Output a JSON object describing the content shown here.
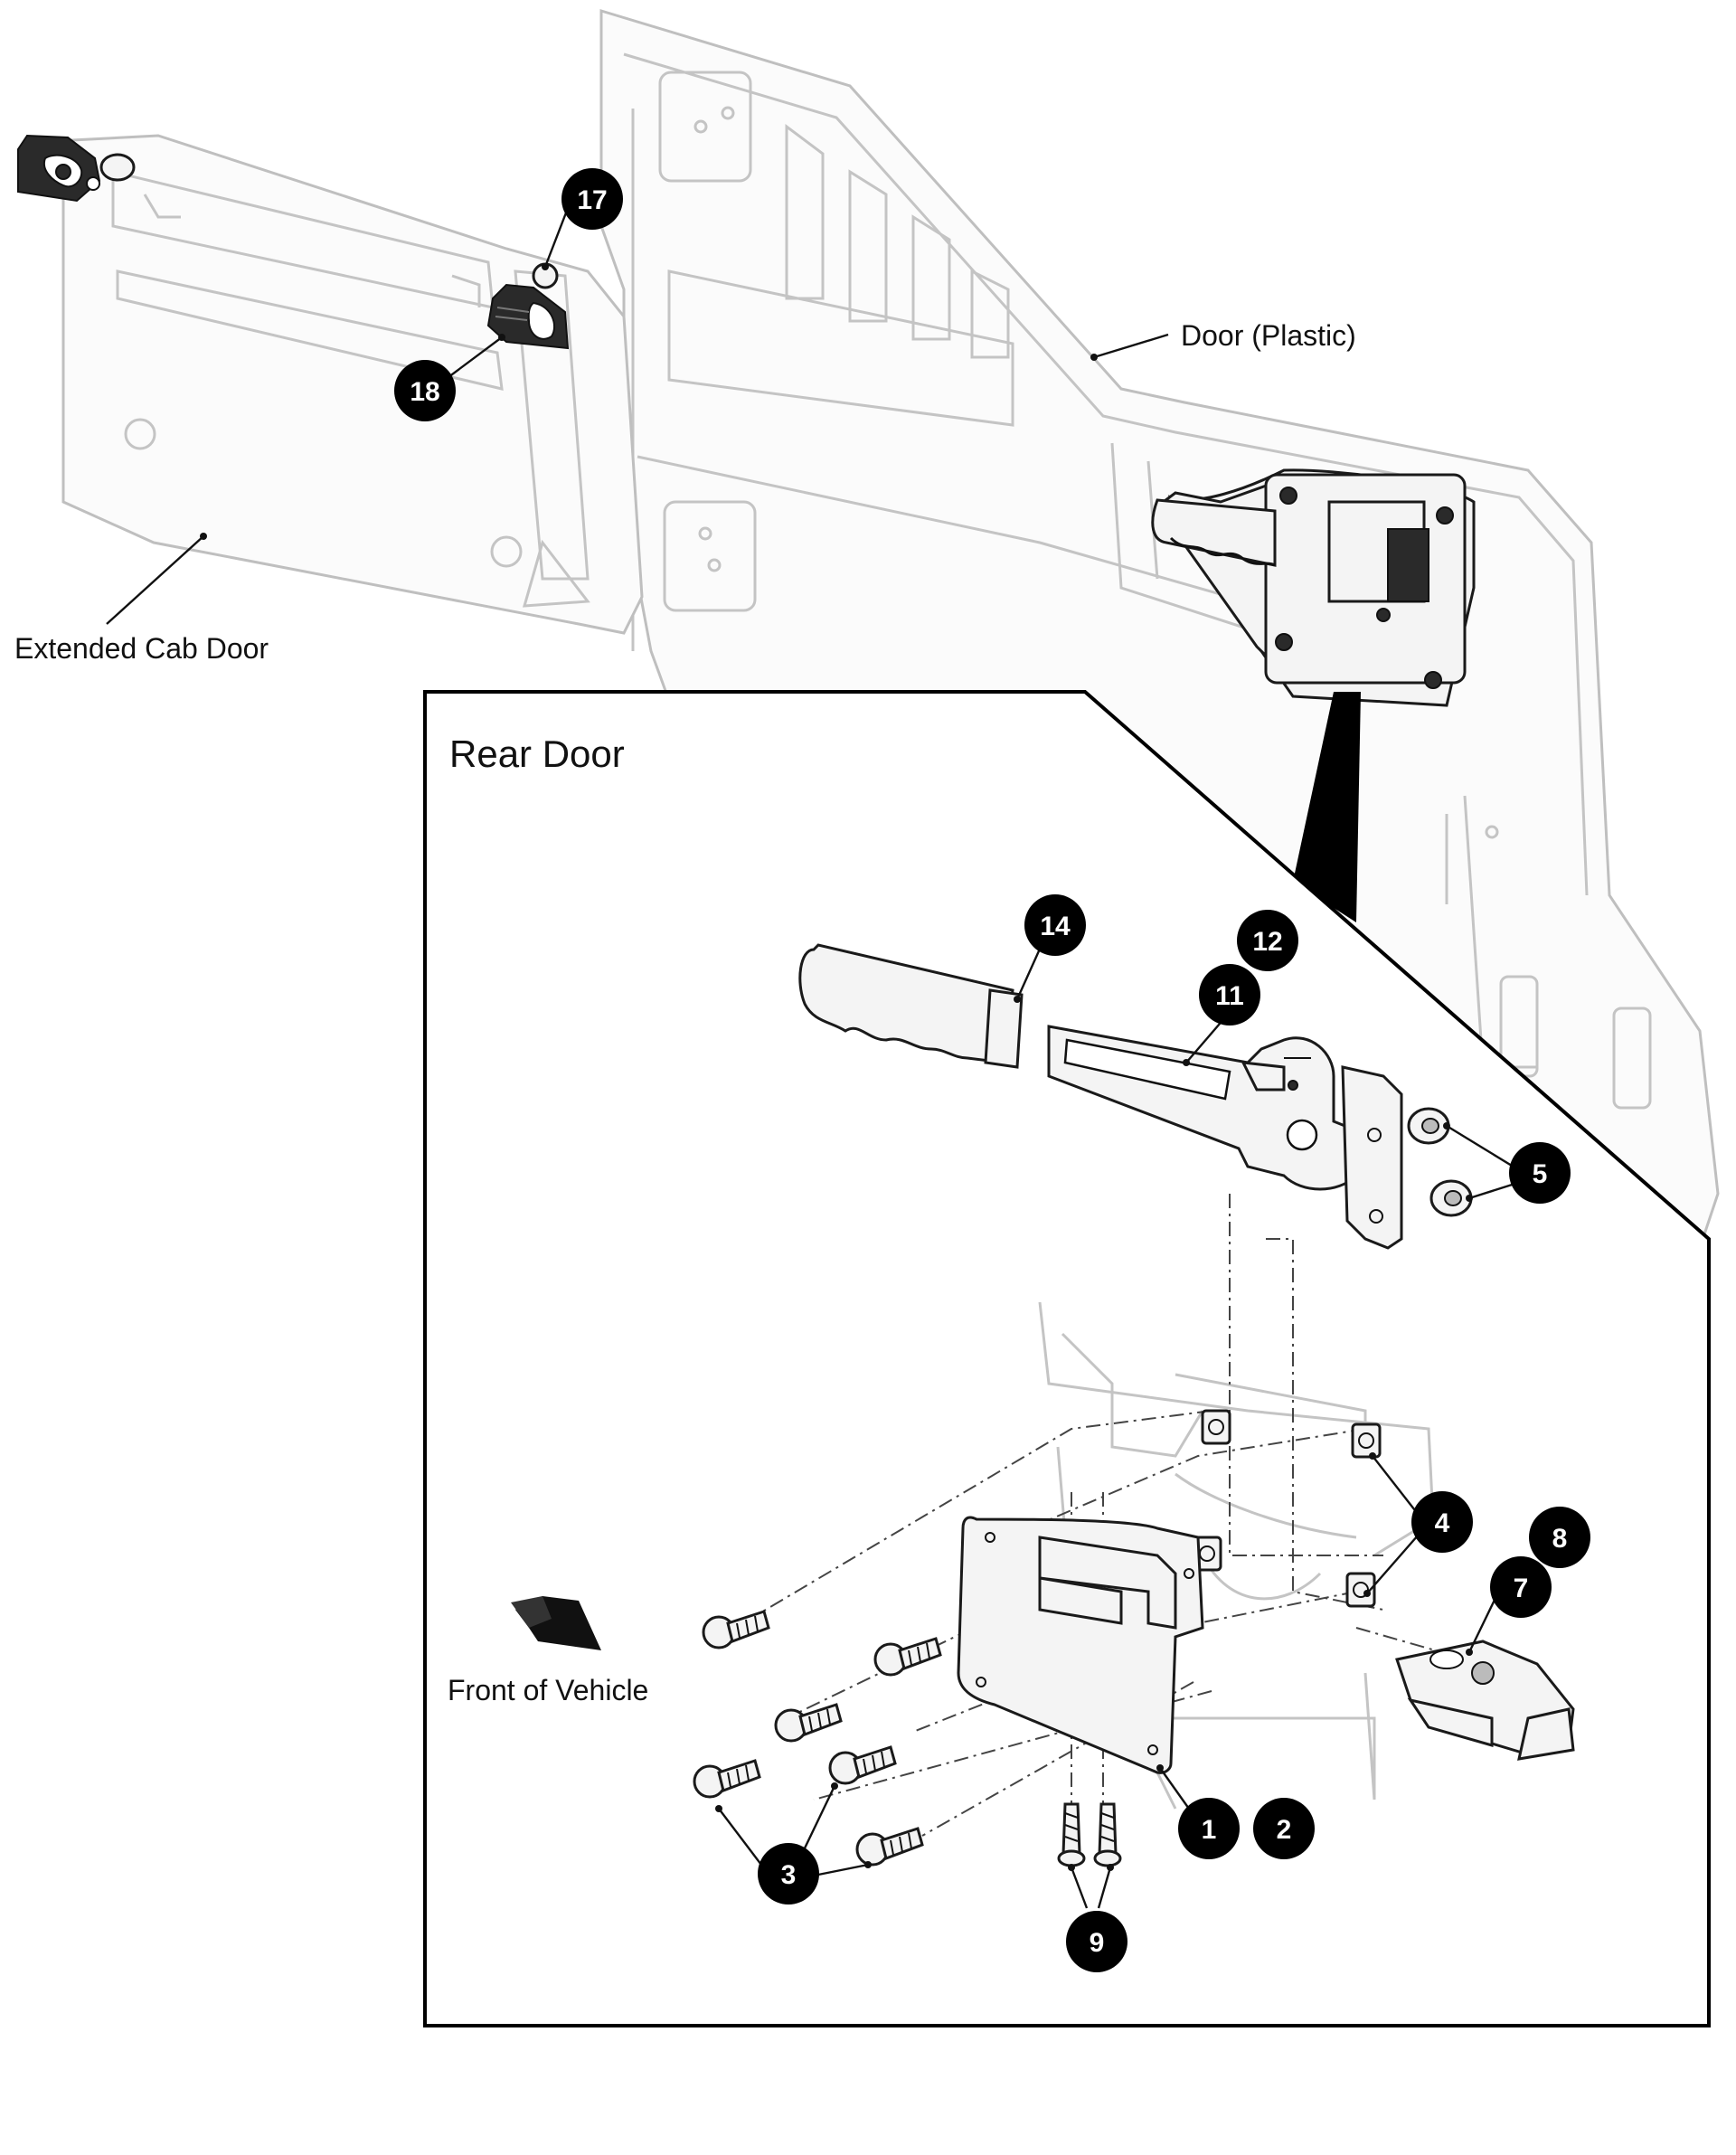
{
  "labels": {
    "door_plastic": "Door (Plastic)",
    "extended_cab_door": "Extended Cab Door",
    "rear_door": "Rear Door",
    "front_of_vehicle": "Front of Vehicle"
  },
  "callouts": {
    "c1": "1",
    "c2": "2",
    "c3": "3",
    "c4": "4",
    "c5": "5",
    "c7": "7",
    "c8": "8",
    "c9": "9",
    "c11": "11",
    "c12": "12",
    "c14": "14",
    "c17": "17",
    "c18": "18"
  },
  "colors": {
    "callout_fill": "#000000",
    "callout_text": "#ffffff",
    "line": "#111111",
    "ghost_line": "#bfbfbf"
  }
}
